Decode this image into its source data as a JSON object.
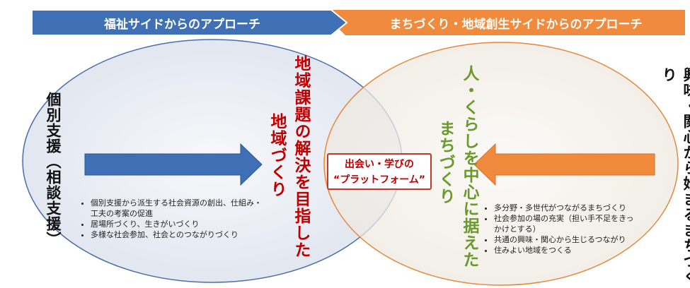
{
  "banners": {
    "left": "福祉サイドからのアプローチ",
    "right": "まちづくり・地域創生サイドからのアプローチ"
  },
  "left_side": {
    "vertical_label": "個別支援（相談支援）",
    "goal_line1": "地域課題の解決を目指した",
    "goal_line2": "地域づくり",
    "bullets": [
      "個別支援から派生する社会資源の創出、仕組み・工夫の考案の促進",
      "居場所づくり、生きがいづくり",
      "多様な社会参加、社会とのつながりづくり"
    ]
  },
  "right_side": {
    "vertical_label": "興味・関心から始まるまちづくり",
    "goal_line1": "人・くらしを中心に据えた",
    "goal_line2": "まちづくり",
    "bullets": [
      "多分野・多世代がつながるまちづくり",
      "社会参加の場の充実（担い手不足をきっかけとする）",
      "共通の興味・関心から生じるつながり",
      "住みよい地域をつくる"
    ]
  },
  "center": {
    "line1": "出会い・学びの",
    "line2": "“プラットフォーム”"
  },
  "colors": {
    "blue": "#3f6fb5",
    "orange": "#f08a3c",
    "red": "#c00000",
    "green": "#6a9a2e"
  }
}
